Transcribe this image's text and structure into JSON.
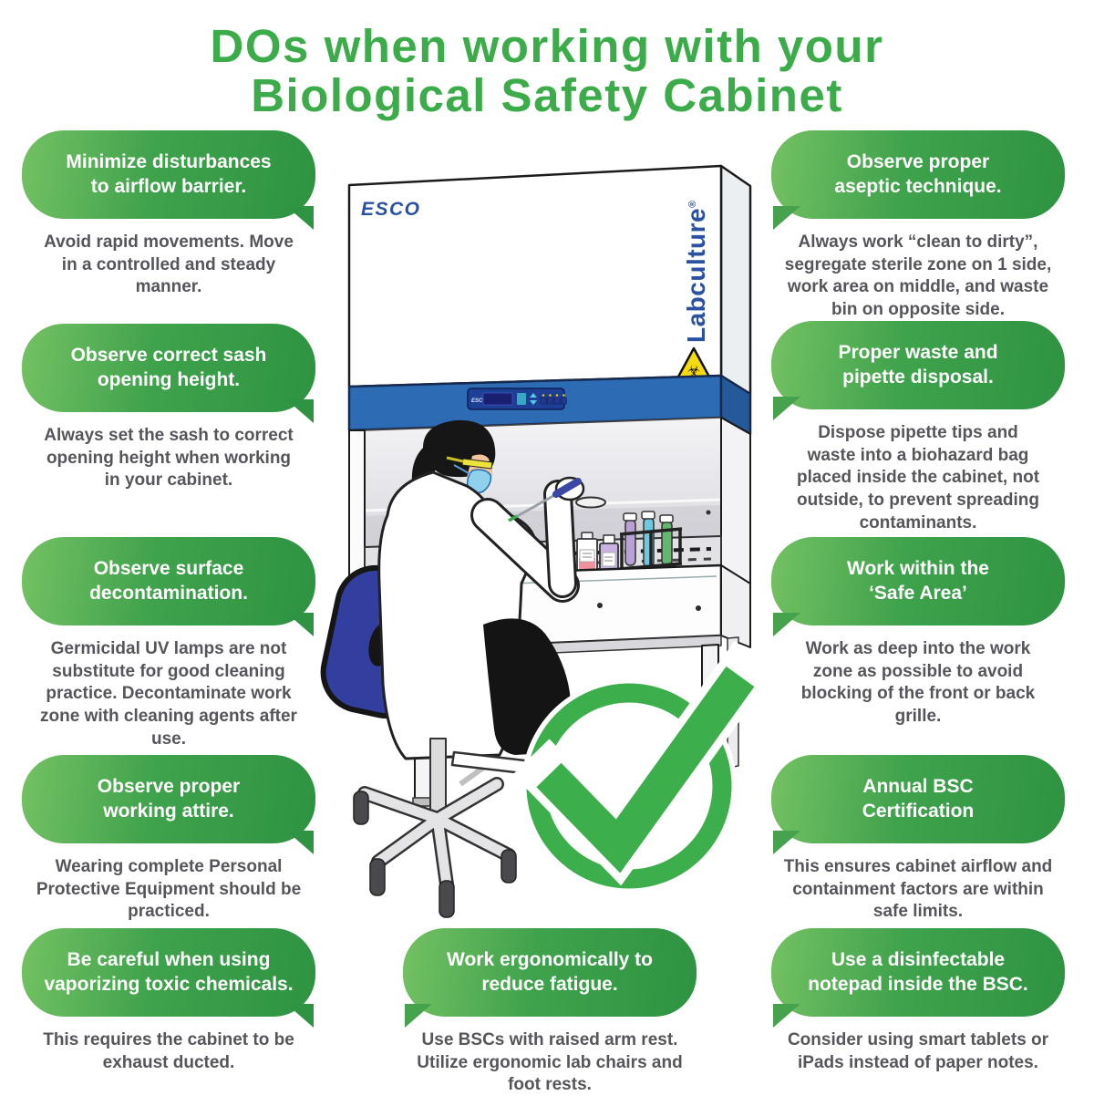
{
  "title": {
    "line1": "DOs when working with your",
    "line2": "Biological Safety Cabinet"
  },
  "tips": {
    "left": [
      {
        "heading": "Minimize disturbances\nto airflow barrier.",
        "body": "Avoid rapid movements. Move\nin a controlled and steady\nmanner."
      },
      {
        "heading": "Observe correct sash\nopening height.",
        "body": "Always set the sash to correct\nopening height when working\nin your cabinet."
      },
      {
        "heading": "Observe surface\ndecontamination.",
        "body": "Germicidal UV lamps are not\nsubstitute for good cleaning\npractice. Decontaminate work\nzone with cleaning agents after\nuse."
      },
      {
        "heading": "Observe proper\nworking attire.",
        "body": "Wearing complete Personal\nProtective Equipment should be\npracticed."
      },
      {
        "heading": "Be careful when using\nvaporizing toxic chemicals.",
        "body": "This requires the cabinet to be\nexhaust ducted."
      }
    ],
    "right": [
      {
        "heading": "Observe proper\naseptic technique.",
        "body": "Always work “clean to dirty”,\nsegregate sterile zone on 1 side,\nwork area on middle, and waste\nbin on opposite side."
      },
      {
        "heading": "Proper waste and\npipette disposal.",
        "body": "Dispose pipette tips and\nwaste into a biohazard bag\nplaced inside the cabinet, not\noutside, to prevent spreading\ncontaminants."
      },
      {
        "heading": "Work within the\n‘Safe Area’",
        "body": "Work as deep into the work\nzone as possible to avoid\nblocking of the front or back\ngrille."
      },
      {
        "heading": "Annual BSC\nCertification",
        "body": "This ensures cabinet airflow and\ncontainment factors are within\nsafe limits."
      },
      {
        "heading": "Use a disinfectable\nnotepad inside the BSC.",
        "body": "Consider using smart tablets or\niPads instead of paper notes."
      }
    ],
    "center": [
      {
        "heading": "Work ergonomically to\nreduce fatigue.",
        "body": "Use BSCs with raised arm rest.\nUtilize ergonomic lab chairs and\nfoot rests."
      }
    ]
  },
  "illustration": {
    "brand_logo": "ESCO",
    "side_brand": "Labculture",
    "side_brand_reg": "®",
    "panel_logo": "ESCO",
    "biohazard_symbol": "☣",
    "checkmark": "green-check"
  },
  "colors": {
    "title_green": "#3bac49",
    "pill_light": "#74c163",
    "pill_mid": "#3fa24c",
    "pill_dark": "#2e9342",
    "pill_tail_left": "#46a24d",
    "pill_text": "#ffffff",
    "body_text": "#57555c",
    "check_green": "#3cae4b",
    "cabinet_band_blue": "#2d6cb5",
    "brand_blue": "#2b51a3",
    "chair_blue": "#333f9e",
    "biohazard_yellow": "#f6da10"
  }
}
